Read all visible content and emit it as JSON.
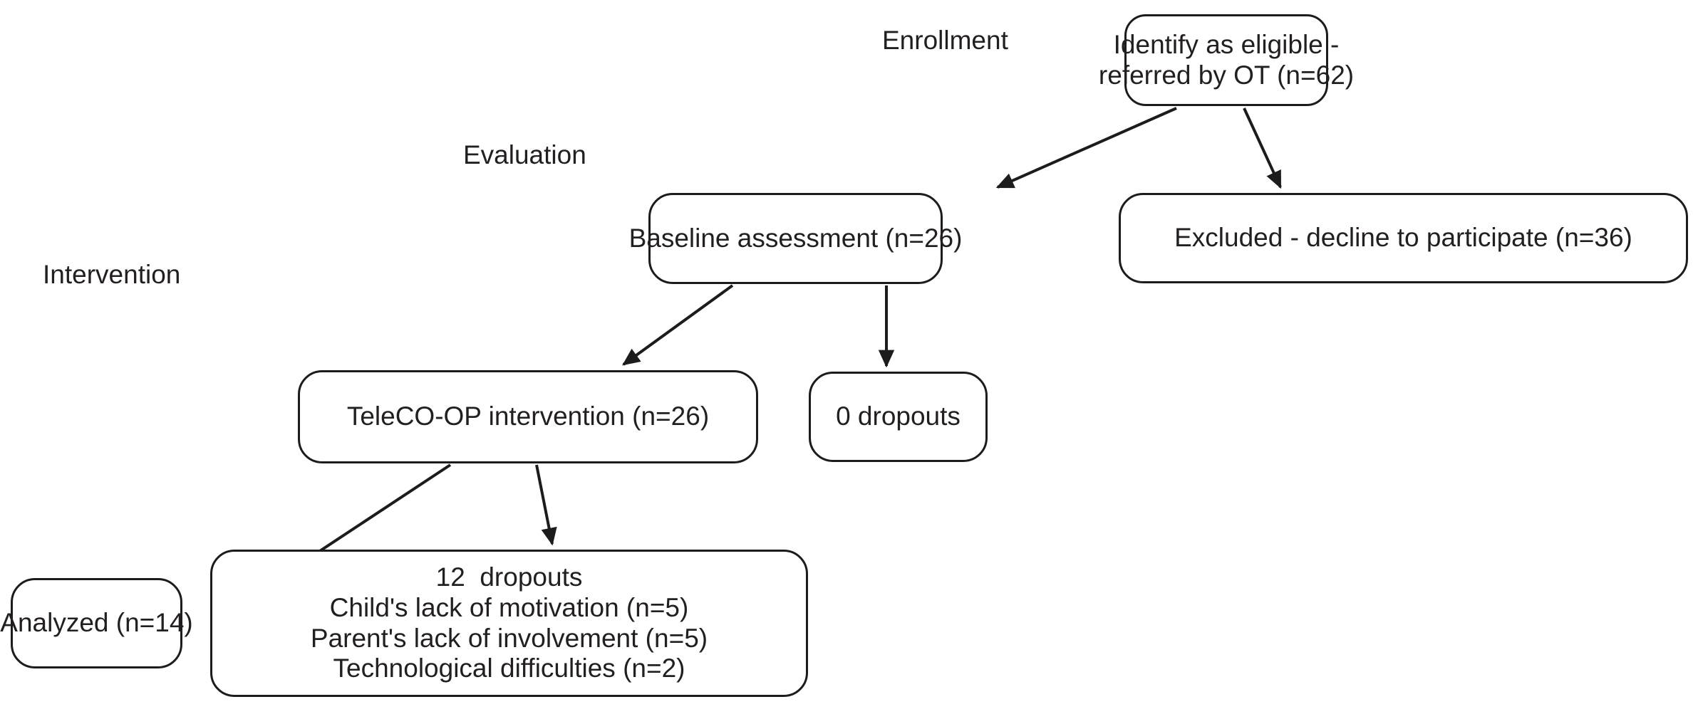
{
  "diagram": {
    "title": "Participant flow diagram",
    "background_color": "#ffffff",
    "node_border_color": "#1c1c1c",
    "text_color": "#231f20",
    "edge_color": "#1c1c1c"
  },
  "stage_labels": [
    {
      "id": "enrollment",
      "text": "Enrollment"
    },
    {
      "id": "evaluation",
      "text": "Evaluation"
    },
    {
      "id": "intervention",
      "text": "Intervention"
    }
  ],
  "nodes": {
    "eligible": {
      "lines": [
        "Identify as eligible -",
        "referred by OT (n=62)"
      ],
      "count": 62
    },
    "baseline": {
      "lines": [
        "Baseline assessment (n=26)"
      ],
      "count": 26
    },
    "excluded": {
      "lines": [
        "Excluded - decline to participate (n=36)"
      ],
      "count": 36
    },
    "teleco": {
      "lines": [
        "TeleCO-OP intervention (n=26)"
      ],
      "count": 26
    },
    "zero_dropouts": {
      "lines": [
        "0 dropouts"
      ],
      "count": 0
    },
    "analyzed": {
      "lines": [
        "Analyzed (n=14)"
      ],
      "count": 14
    },
    "dropouts": {
      "lines": [
        "12  dropouts",
        "Child's lack of motivation (n=5)",
        "Parent's lack of involvement (n=5)",
        "Technological difficulties (n=2)"
      ],
      "count": 12
    }
  },
  "edges": [
    {
      "id": "eligible-to-baseline",
      "from": "eligible",
      "to": "baseline"
    },
    {
      "id": "eligible-to-excluded",
      "from": "eligible",
      "to": "excluded"
    },
    {
      "id": "baseline-to-teleco",
      "from": "baseline",
      "to": "teleco"
    },
    {
      "id": "baseline-to-zero-dropouts",
      "from": "baseline",
      "to": "zero_dropouts"
    },
    {
      "id": "teleco-to-analyzed",
      "from": "teleco",
      "to": "analyzed"
    },
    {
      "id": "teleco-to-dropouts",
      "from": "teleco",
      "to": "dropouts"
    }
  ]
}
